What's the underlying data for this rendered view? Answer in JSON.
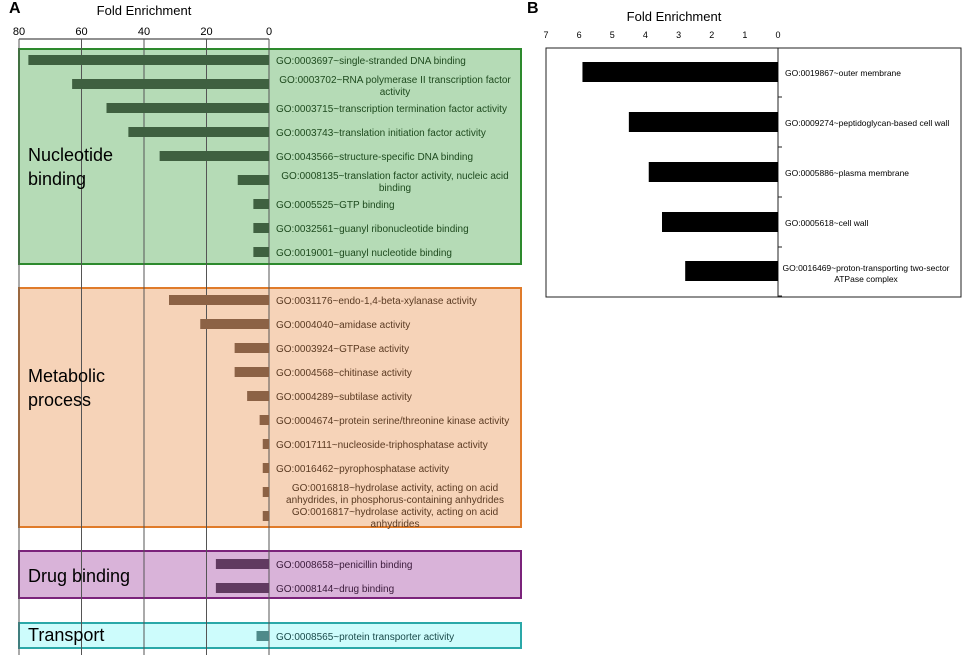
{
  "chart_data": [
    {
      "type": "bar",
      "orientation": "horizontal",
      "panel_label": "A",
      "xlabel": "Fold Enrichment",
      "x_reversed": true,
      "xlim": [
        0,
        80
      ],
      "xticks": [
        80,
        60,
        40,
        20,
        0
      ],
      "grid": true,
      "groups": [
        {
          "name": "Nucleotide binding",
          "color": "#b5dbb6",
          "border": "#2d8a2d",
          "bar_color": "#3f6040",
          "text_color": "#1e4a1e",
          "categories": [
            [
              "GO:0003697~single-stranded DNA binding"
            ],
            [
              "GO:0003702~RNA polymerase II transcription factor",
              "activity"
            ],
            [
              "GO:0003715~transcription termination factor activity"
            ],
            [
              "GO:0003743~translation initiation factor activity"
            ],
            [
              "GO:0043566~structure-specific DNA binding"
            ],
            [
              "GO:0008135~translation factor activity, nucleic acid",
              "binding"
            ],
            [
              "GO:0005525~GTP binding"
            ],
            [
              "GO:0032561~guanyl ribonucleotide binding"
            ],
            [
              "GO:0019001~guanyl nucleotide binding"
            ]
          ],
          "values": [
            77,
            63,
            52,
            45,
            35,
            10,
            5,
            5,
            5
          ]
        },
        {
          "name": "Metabolic process",
          "color": "#f6d3b8",
          "border": "#e07b2a",
          "bar_color": "#8c6245",
          "text_color": "#5a3a22",
          "categories": [
            [
              "GO:0031176~endo-1,4-beta-xylanase activity"
            ],
            [
              "GO:0004040~amidase activity"
            ],
            [
              "GO:0003924~GTPase activity"
            ],
            [
              "GO:0004568~chitinase activity"
            ],
            [
              "GO:0004289~subtilase activity"
            ],
            [
              "GO:0004674~protein serine/threonine kinase activity"
            ],
            [
              "GO:0017111~nucleoside-triphosphatase activity"
            ],
            [
              "GO:0016462~pyrophosphatase activity"
            ],
            [
              "GO:0016818~hydrolase activity, acting on acid",
              "anhydrides, in phosphorus-containing anhydrides"
            ],
            [
              "GO:0016817~hydrolase activity, acting on acid",
              "anhydrides"
            ]
          ],
          "values": [
            32,
            22,
            11,
            11,
            7,
            3,
            2,
            2,
            2,
            2
          ]
        },
        {
          "name": "Drug binding",
          "color": "#d9b3d9",
          "border": "#7b237b",
          "bar_color": "#603a60",
          "text_color": "#3a1a3a",
          "categories": [
            [
              "GO:0008658~penicillin binding"
            ],
            [
              "GO:0008144~drug binding"
            ]
          ],
          "values": [
            17,
            17
          ]
        },
        {
          "name": "Transport",
          "color": "#cdfcfc",
          "border": "#2aa8a8",
          "bar_color": "#4f8a8a",
          "text_color": "#1a4a4a",
          "categories": [
            [
              "GO:0008565~protein transporter activity"
            ]
          ],
          "values": [
            4
          ]
        }
      ]
    },
    {
      "type": "bar",
      "orientation": "horizontal",
      "panel_label": "B",
      "xlabel": "Fold Enrichment",
      "x_reversed": true,
      "xlim": [
        0,
        7
      ],
      "xticks": [
        7,
        6,
        5,
        4,
        3,
        2,
        1,
        0
      ],
      "grid": false,
      "bar_color": "#000000",
      "categories": [
        [
          "GO:0019867~outer membrane"
        ],
        [
          "GO:0009274~peptidoglycan-based cell wall"
        ],
        [
          "GO:0005886~plasma membrane"
        ],
        [
          "GO:0005618~cell wall"
        ],
        [
          "GO:0016469~proton-transporting two-sector",
          "ATPase complex"
        ]
      ],
      "values": [
        5.9,
        4.5,
        3.9,
        3.5,
        2.8
      ]
    }
  ]
}
